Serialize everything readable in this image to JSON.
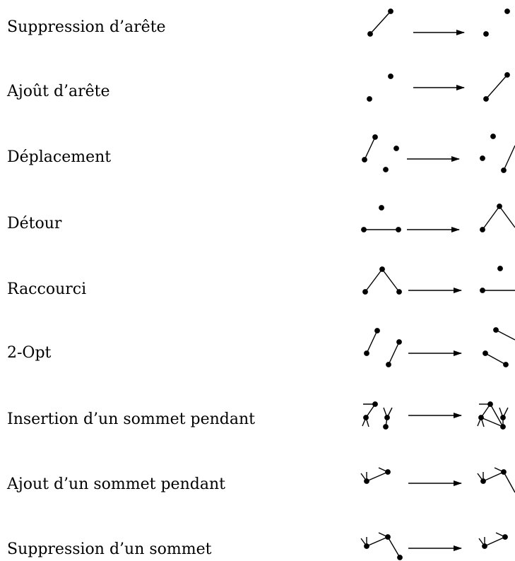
{
  "operations": [
    {
      "label": "Suppression d’arête",
      "icon": "edge-deletion-diagram"
    },
    {
      "label": "Ajoût d’arête",
      "icon": "edge-addition-diagram"
    },
    {
      "label": "Déplacement",
      "icon": "edge-move-diagram"
    },
    {
      "label": "Détour",
      "icon": "detour-diagram"
    },
    {
      "label": "Raccourci",
      "icon": "shortcut-diagram"
    },
    {
      "label": "2-Opt",
      "icon": "two-opt-diagram"
    },
    {
      "label": "Insertion d’un sommet pendant",
      "icon": "pendant-vertex-insertion-diagram"
    },
    {
      "label": "Ajout d’un sommet pendant",
      "icon": "pendant-vertex-addition-diagram"
    },
    {
      "label": "Suppression d’un sommet",
      "icon": "vertex-deletion-diagram"
    }
  ]
}
